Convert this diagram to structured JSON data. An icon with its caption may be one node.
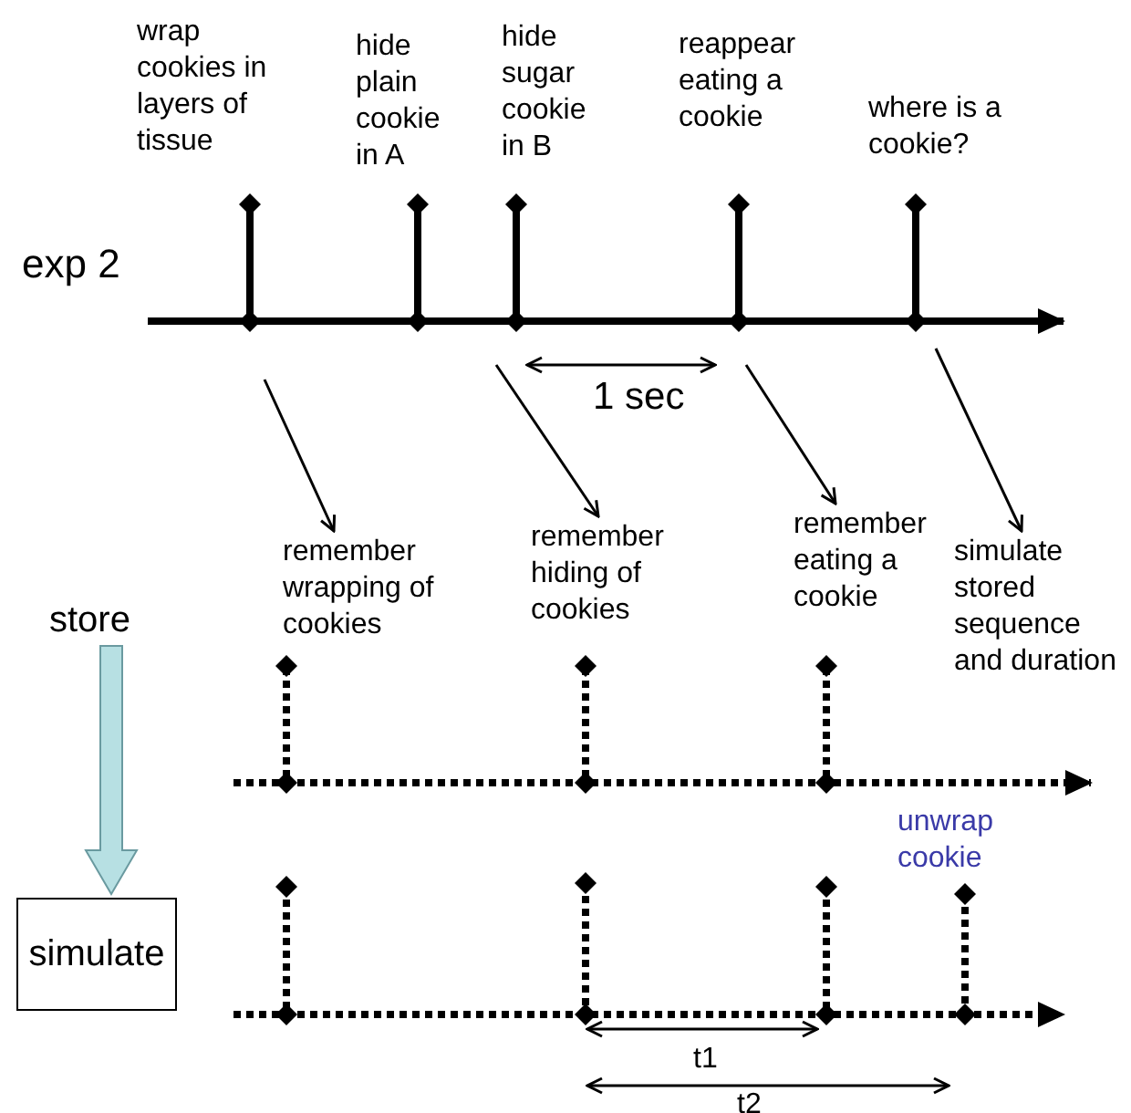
{
  "diagram": {
    "nodes": [
      {
        "text": [
          "wrap cookies in layers of tissue"
        ]
      },
      {
        "text": [
          "hide plain cookie in A"
        ]
      },
      {
        "text": [
          "hide sugar cookie in B"
        ]
      },
      {
        "text": [
          "reappear eating a cookie"
        ]
      },
      {
        "text": [
          "where is a cookie?"
        ]
      },
      {
        "text": [
          "remember wrapping of cookies"
        ]
      },
      {
        "text": [
          "remember hiding of cookies"
        ]
      },
      {
        "text": [
          "remember eating a cookie"
        ]
      },
      {
        "text": [
          "simulate stored sequence and duration"
        ]
      },
      {
        "text": [
          "store"
        ]
      },
      {
        "text": [
          "simulate"
        ]
      },
      {
        "text": [
          "unwrap cookie"
        ]
      }
    ],
    "edges": [
      {
        "from": null,
        "to": 5,
        "arrow": "to"
      },
      {
        "from": null,
        "to": 6,
        "arrow": "to"
      },
      {
        "from": null,
        "to": 7,
        "arrow": "to"
      },
      {
        "from": null,
        "to": 8,
        "arrow": "to"
      },
      {
        "from": 9,
        "to": 10,
        "arrow": "to",
        "style": "thick",
        "color": "#b7e0e3"
      }
    ],
    "labels": [
      "exp 2",
      "1 sec",
      "t1",
      "t2"
    ]
  }
}
